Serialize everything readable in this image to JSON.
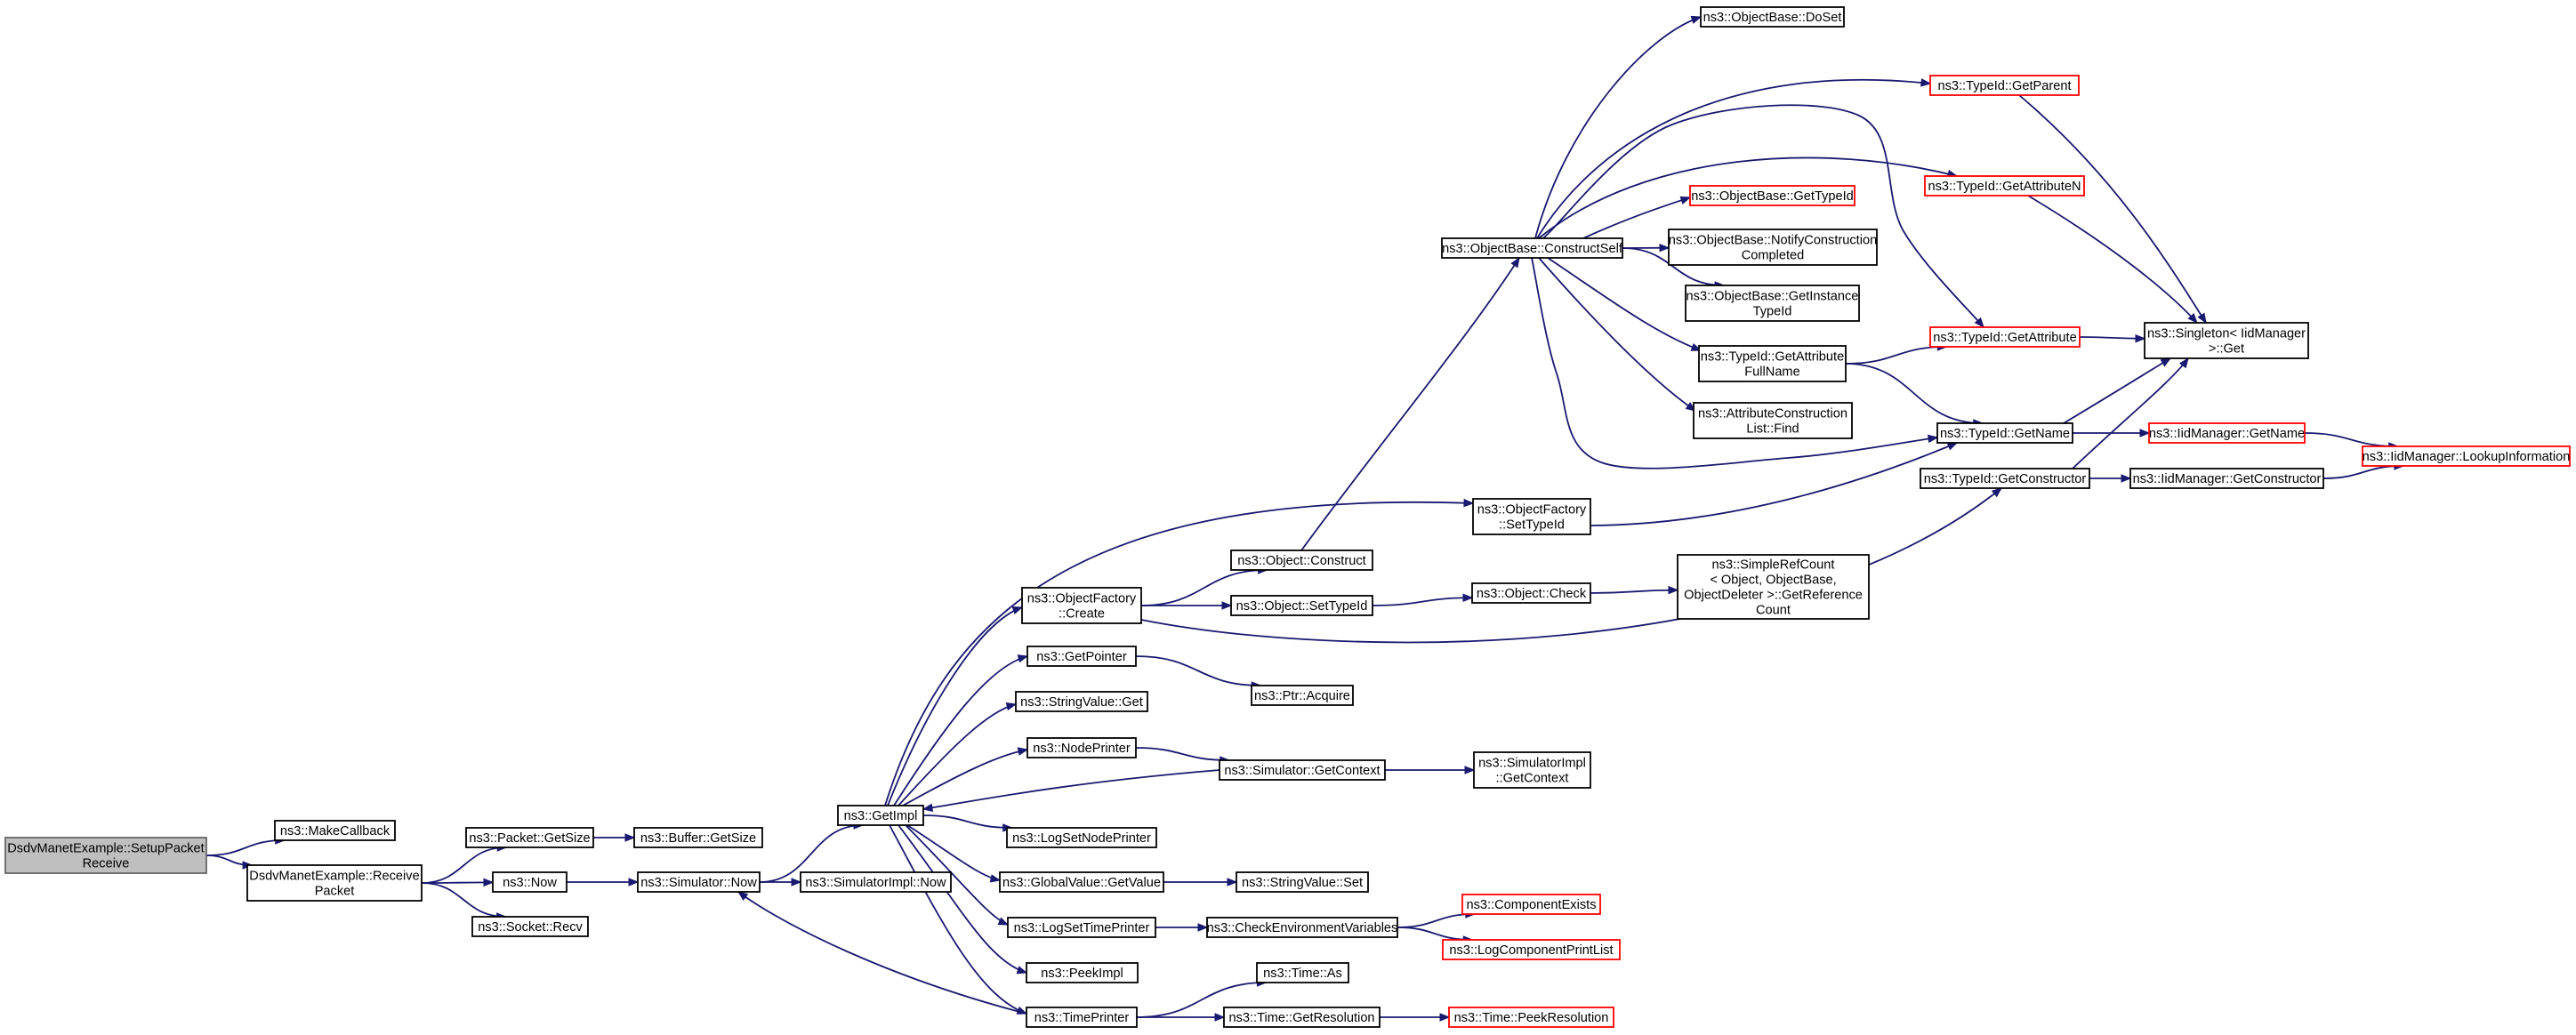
{
  "graph": {
    "edge_color": "#191970",
    "border_color": "#000000",
    "truncated_border_color": "#ff0000",
    "root_fill": "#bfbfbf",
    "nodes": [
      {
        "id": "setup-packet-receive",
        "lines": [
          "DsdvManetExample::SetupPacket",
          "Receive"
        ],
        "style": "root"
      },
      {
        "id": "make-callback",
        "lines": [
          "ns3::MakeCallback"
        ],
        "style": "normal"
      },
      {
        "id": "receive-packet",
        "lines": [
          "DsdvManetExample::Receive",
          "Packet"
        ],
        "style": "normal"
      },
      {
        "id": "packet-get-size",
        "lines": [
          "ns3::Packet::GetSize"
        ],
        "style": "normal"
      },
      {
        "id": "buffer-get-size",
        "lines": [
          "ns3::Buffer::GetSize"
        ],
        "style": "normal"
      },
      {
        "id": "now",
        "lines": [
          "ns3::Now"
        ],
        "style": "normal"
      },
      {
        "id": "socket-recv",
        "lines": [
          "ns3::Socket::Recv"
        ],
        "style": "normal"
      },
      {
        "id": "simulator-now",
        "lines": [
          "ns3::Simulator::Now"
        ],
        "style": "normal"
      },
      {
        "id": "simulator-impl-now",
        "lines": [
          "ns3::SimulatorImpl::Now"
        ],
        "style": "normal"
      },
      {
        "id": "get-impl",
        "lines": [
          "ns3::GetImpl"
        ],
        "style": "normal"
      },
      {
        "id": "object-factory-create",
        "lines": [
          "ns3::ObjectFactory",
          "::Create"
        ],
        "style": "normal"
      },
      {
        "id": "get-pointer",
        "lines": [
          "ns3::GetPointer"
        ],
        "style": "normal"
      },
      {
        "id": "string-value-get",
        "lines": [
          "ns3::StringValue::Get"
        ],
        "style": "normal"
      },
      {
        "id": "node-printer",
        "lines": [
          "ns3::NodePrinter"
        ],
        "style": "normal"
      },
      {
        "id": "log-set-node-printer",
        "lines": [
          "ns3::LogSetNodePrinter"
        ],
        "style": "normal"
      },
      {
        "id": "global-value-get-value",
        "lines": [
          "ns3::GlobalValue::GetValue"
        ],
        "style": "normal"
      },
      {
        "id": "log-set-time-printer",
        "lines": [
          "ns3::LogSetTimePrinter"
        ],
        "style": "normal"
      },
      {
        "id": "peek-impl",
        "lines": [
          "ns3::PeekImpl"
        ],
        "style": "normal"
      },
      {
        "id": "time-printer",
        "lines": [
          "ns3::TimePrinter"
        ],
        "style": "normal"
      },
      {
        "id": "object-construct",
        "lines": [
          "ns3::Object::Construct"
        ],
        "style": "normal"
      },
      {
        "id": "object-set-type-id",
        "lines": [
          "ns3::Object::SetTypeId"
        ],
        "style": "normal"
      },
      {
        "id": "ptr-acquire",
        "lines": [
          "ns3::Ptr::Acquire"
        ],
        "style": "normal"
      },
      {
        "id": "simulator-get-context",
        "lines": [
          "ns3::Simulator::GetContext"
        ],
        "style": "normal"
      },
      {
        "id": "string-value-set",
        "lines": [
          "ns3::StringValue::Set"
        ],
        "style": "normal"
      },
      {
        "id": "check-environment-variables",
        "lines": [
          "ns3::CheckEnvironmentVariables"
        ],
        "style": "normal"
      },
      {
        "id": "time-as",
        "lines": [
          "ns3::Time::As"
        ],
        "style": "normal"
      },
      {
        "id": "time-get-resolution",
        "lines": [
          "ns3::Time::GetResolution"
        ],
        "style": "normal"
      },
      {
        "id": "object-check",
        "lines": [
          "ns3::Object::Check"
        ],
        "style": "normal"
      },
      {
        "id": "simulator-impl-get-context",
        "lines": [
          "ns3::SimulatorImpl",
          "::GetContext"
        ],
        "style": "normal"
      },
      {
        "id": "component-exists",
        "lines": [
          "ns3::ComponentExists"
        ],
        "style": "truncated"
      },
      {
        "id": "log-component-print-list",
        "lines": [
          "ns3::LogComponentPrintList"
        ],
        "style": "truncated"
      },
      {
        "id": "time-peek-resolution",
        "lines": [
          "ns3::Time::PeekResolution"
        ],
        "style": "truncated"
      },
      {
        "id": "object-factory-set-type-id",
        "lines": [
          "ns3::ObjectFactory",
          "::SetTypeId"
        ],
        "style": "normal"
      },
      {
        "id": "object-base-construct-self",
        "lines": [
          "ns3::ObjectBase::ConstructSelf"
        ],
        "style": "normal"
      },
      {
        "id": "simple-ref-count-get-reference-count",
        "lines": [
          "ns3::SimpleRefCount",
          "< Object, ObjectBase,",
          "ObjectDeleter >::GetReference",
          "Count"
        ],
        "style": "normal"
      },
      {
        "id": "object-base-do-set",
        "lines": [
          "ns3::ObjectBase::DoSet"
        ],
        "style": "normal"
      },
      {
        "id": "object-base-get-type-id",
        "lines": [
          "ns3::ObjectBase::GetTypeId"
        ],
        "style": "truncated"
      },
      {
        "id": "object-base-notify-construction-completed",
        "lines": [
          "ns3::ObjectBase::NotifyConstruction",
          "Completed"
        ],
        "style": "normal"
      },
      {
        "id": "object-base-get-instance-type-id",
        "lines": [
          "ns3::ObjectBase::GetInstance",
          "TypeId"
        ],
        "style": "normal"
      },
      {
        "id": "type-id-get-attribute-full-name",
        "lines": [
          "ns3::TypeId::GetAttribute",
          "FullName"
        ],
        "style": "normal"
      },
      {
        "id": "attribute-construction-list-find",
        "lines": [
          "ns3::AttributeConstruction",
          "List::Find"
        ],
        "style": "normal"
      },
      {
        "id": "type-id-get-parent",
        "lines": [
          "ns3::TypeId::GetParent"
        ],
        "style": "truncated"
      },
      {
        "id": "type-id-get-attribute-n",
        "lines": [
          "ns3::TypeId::GetAttributeN"
        ],
        "style": "truncated"
      },
      {
        "id": "type-id-get-attribute",
        "lines": [
          "ns3::TypeId::GetAttribute"
        ],
        "style": "truncated"
      },
      {
        "id": "type-id-get-name",
        "lines": [
          "ns3::TypeId::GetName"
        ],
        "style": "normal"
      },
      {
        "id": "type-id-get-constructor",
        "lines": [
          "ns3::TypeId::GetConstructor"
        ],
        "style": "normal"
      },
      {
        "id": "singleton-iid-manager-get",
        "lines": [
          "ns3::Singleton< IidManager",
          " >::Get"
        ],
        "style": "normal"
      },
      {
        "id": "iid-manager-get-name",
        "lines": [
          "ns3::IidManager::GetName"
        ],
        "style": "truncated"
      },
      {
        "id": "iid-manager-get-constructor",
        "lines": [
          "ns3::IidManager::GetConstructor"
        ],
        "style": "normal"
      },
      {
        "id": "iid-manager-lookup-information",
        "lines": [
          "ns3::IidManager::LookupInformation"
        ],
        "style": "truncated"
      }
    ],
    "edges": [
      {
        "from": "setup-packet-receive",
        "to": "make-callback"
      },
      {
        "from": "setup-packet-receive",
        "to": "receive-packet"
      },
      {
        "from": "receive-packet",
        "to": "packet-get-size"
      },
      {
        "from": "receive-packet",
        "to": "now"
      },
      {
        "from": "receive-packet",
        "to": "socket-recv"
      },
      {
        "from": "packet-get-size",
        "to": "buffer-get-size"
      },
      {
        "from": "now",
        "to": "simulator-now"
      },
      {
        "from": "simulator-now",
        "to": "simulator-impl-now"
      },
      {
        "from": "simulator-now",
        "to": "get-impl"
      },
      {
        "from": "get-impl",
        "to": "object-factory-create"
      },
      {
        "from": "get-impl",
        "to": "get-pointer"
      },
      {
        "from": "get-impl",
        "to": "string-value-get"
      },
      {
        "from": "get-impl",
        "to": "node-printer"
      },
      {
        "from": "get-impl",
        "to": "log-set-node-printer"
      },
      {
        "from": "get-impl",
        "to": "global-value-get-value"
      },
      {
        "from": "get-impl",
        "to": "log-set-time-printer"
      },
      {
        "from": "get-impl",
        "to": "peek-impl"
      },
      {
        "from": "get-impl",
        "to": "time-printer"
      },
      {
        "from": "get-impl",
        "to": "object-factory-set-type-id"
      },
      {
        "from": "time-printer",
        "to": "simulator-now"
      },
      {
        "from": "time-printer",
        "to": "time-as"
      },
      {
        "from": "time-printer",
        "to": "time-get-resolution"
      },
      {
        "from": "object-factory-create",
        "to": "object-construct"
      },
      {
        "from": "object-factory-create",
        "to": "object-set-type-id"
      },
      {
        "from": "object-factory-create",
        "to": "type-id-get-constructor"
      },
      {
        "from": "get-pointer",
        "to": "ptr-acquire"
      },
      {
        "from": "node-printer",
        "to": "simulator-get-context"
      },
      {
        "from": "simulator-get-context",
        "to": "get-impl"
      },
      {
        "from": "simulator-get-context",
        "to": "simulator-impl-get-context"
      },
      {
        "from": "global-value-get-value",
        "to": "string-value-set"
      },
      {
        "from": "log-set-time-printer",
        "to": "check-environment-variables"
      },
      {
        "from": "check-environment-variables",
        "to": "component-exists"
      },
      {
        "from": "check-environment-variables",
        "to": "log-component-print-list"
      },
      {
        "from": "time-get-resolution",
        "to": "time-peek-resolution"
      },
      {
        "from": "object-set-type-id",
        "to": "object-check"
      },
      {
        "from": "object-check",
        "to": "simple-ref-count-get-reference-count"
      },
      {
        "from": "object-construct",
        "to": "object-base-construct-self"
      },
      {
        "from": "object-factory-set-type-id",
        "to": "type-id-get-name"
      },
      {
        "from": "object-base-construct-self",
        "to": "object-base-do-set"
      },
      {
        "from": "object-base-construct-self",
        "to": "type-id-get-parent"
      },
      {
        "from": "object-base-construct-self",
        "to": "type-id-get-attribute-n"
      },
      {
        "from": "object-base-construct-self",
        "to": "type-id-get-attribute"
      },
      {
        "from": "object-base-construct-self",
        "to": "object-base-get-type-id"
      },
      {
        "from": "object-base-construct-self",
        "to": "object-base-notify-construction-completed"
      },
      {
        "from": "object-base-construct-self",
        "to": "object-base-get-instance-type-id"
      },
      {
        "from": "object-base-construct-self",
        "to": "type-id-get-attribute-full-name"
      },
      {
        "from": "object-base-construct-self",
        "to": "attribute-construction-list-find"
      },
      {
        "from": "object-base-construct-self",
        "to": "type-id-get-name"
      },
      {
        "from": "type-id-get-attribute-full-name",
        "to": "type-id-get-attribute"
      },
      {
        "from": "type-id-get-attribute-full-name",
        "to": "type-id-get-name"
      },
      {
        "from": "type-id-get-parent",
        "to": "singleton-iid-manager-get"
      },
      {
        "from": "type-id-get-attribute-n",
        "to": "singleton-iid-manager-get"
      },
      {
        "from": "type-id-get-attribute",
        "to": "singleton-iid-manager-get"
      },
      {
        "from": "type-id-get-name",
        "to": "singleton-iid-manager-get"
      },
      {
        "from": "type-id-get-name",
        "to": "iid-manager-get-name"
      },
      {
        "from": "type-id-get-constructor",
        "to": "singleton-iid-manager-get"
      },
      {
        "from": "type-id-get-constructor",
        "to": "iid-manager-get-constructor"
      },
      {
        "from": "iid-manager-get-name",
        "to": "iid-manager-lookup-information"
      },
      {
        "from": "iid-manager-get-constructor",
        "to": "iid-manager-lookup-information"
      }
    ]
  }
}
